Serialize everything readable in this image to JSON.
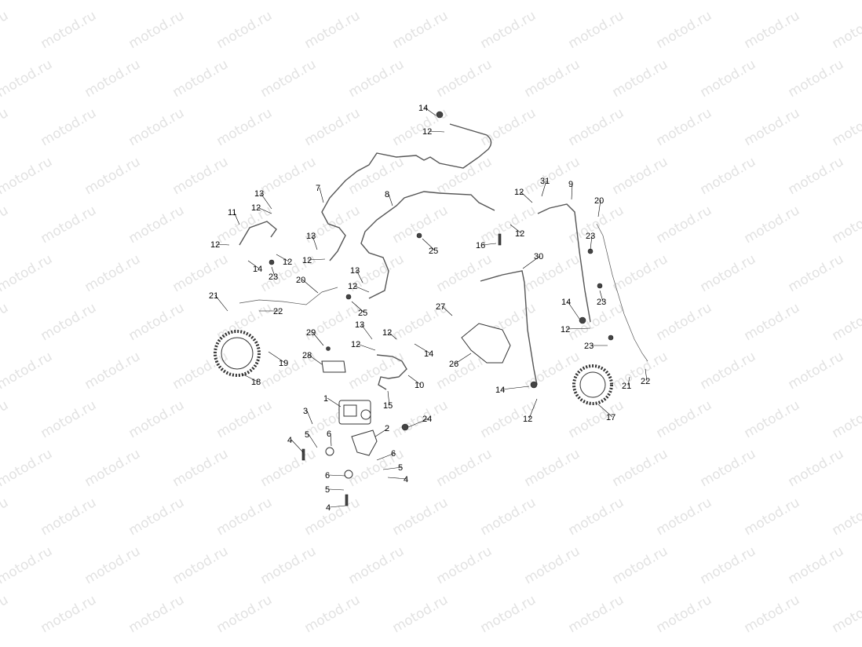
{
  "watermark": {
    "text": "motod.ru"
  },
  "callouts": [
    {
      "id": "c14a",
      "label": "14"
    },
    {
      "id": "c12a",
      "label": "12"
    },
    {
      "id": "c7",
      "label": "7"
    },
    {
      "id": "c8",
      "label": "8"
    },
    {
      "id": "c13a",
      "label": "13"
    },
    {
      "id": "c12b",
      "label": "12"
    },
    {
      "id": "c11",
      "label": "11"
    },
    {
      "id": "c12c",
      "label": "12"
    },
    {
      "id": "c14b",
      "label": "14"
    },
    {
      "id": "c12d",
      "label": "12"
    },
    {
      "id": "c23a",
      "label": "23"
    },
    {
      "id": "c13b",
      "label": "13"
    },
    {
      "id": "c12e",
      "label": "12"
    },
    {
      "id": "c13c",
      "label": "13"
    },
    {
      "id": "c12f",
      "label": "12"
    },
    {
      "id": "c25a",
      "label": "25"
    },
    {
      "id": "c25b",
      "label": "25"
    },
    {
      "id": "c20a",
      "label": "20"
    },
    {
      "id": "c21a",
      "label": "21"
    },
    {
      "id": "c22a",
      "label": "22"
    },
    {
      "id": "c19",
      "label": "19"
    },
    {
      "id": "c18",
      "label": "18"
    },
    {
      "id": "c29",
      "label": "29"
    },
    {
      "id": "c28",
      "label": "28"
    },
    {
      "id": "c13d",
      "label": "13"
    },
    {
      "id": "c12g",
      "label": "12"
    },
    {
      "id": "c12h",
      "label": "12"
    },
    {
      "id": "c14c",
      "label": "14"
    },
    {
      "id": "c10",
      "label": "10"
    },
    {
      "id": "c15",
      "label": "15"
    },
    {
      "id": "c1",
      "label": "1"
    },
    {
      "id": "c3",
      "label": "3"
    },
    {
      "id": "c5a",
      "label": "5"
    },
    {
      "id": "c6a",
      "label": "6"
    },
    {
      "id": "c4a",
      "label": "4"
    },
    {
      "id": "c2",
      "label": "2"
    },
    {
      "id": "c24",
      "label": "24"
    },
    {
      "id": "c6b",
      "label": "6"
    },
    {
      "id": "c5b",
      "label": "5"
    },
    {
      "id": "c4b",
      "label": "4"
    },
    {
      "id": "c6c",
      "label": "6"
    },
    {
      "id": "c5c",
      "label": "5"
    },
    {
      "id": "c4c",
      "label": "4"
    },
    {
      "id": "c27",
      "label": "27"
    },
    {
      "id": "c26",
      "label": "26"
    },
    {
      "id": "c16",
      "label": "16"
    },
    {
      "id": "c12i",
      "label": "12"
    },
    {
      "id": "c31",
      "label": "31"
    },
    {
      "id": "c9",
      "label": "9"
    },
    {
      "id": "c20b",
      "label": "20"
    },
    {
      "id": "c12j",
      "label": "12"
    },
    {
      "id": "c23b",
      "label": "23"
    },
    {
      "id": "c30",
      "label": "30"
    },
    {
      "id": "c23c",
      "label": "23"
    },
    {
      "id": "c14d",
      "label": "14"
    },
    {
      "id": "c12k",
      "label": "12"
    },
    {
      "id": "c23d",
      "label": "23"
    },
    {
      "id": "c21b",
      "label": "21"
    },
    {
      "id": "c22b",
      "label": "22"
    },
    {
      "id": "c17",
      "label": "17"
    },
    {
      "id": "c14e",
      "label": "14"
    },
    {
      "id": "c12l",
      "label": "12"
    }
  ]
}
